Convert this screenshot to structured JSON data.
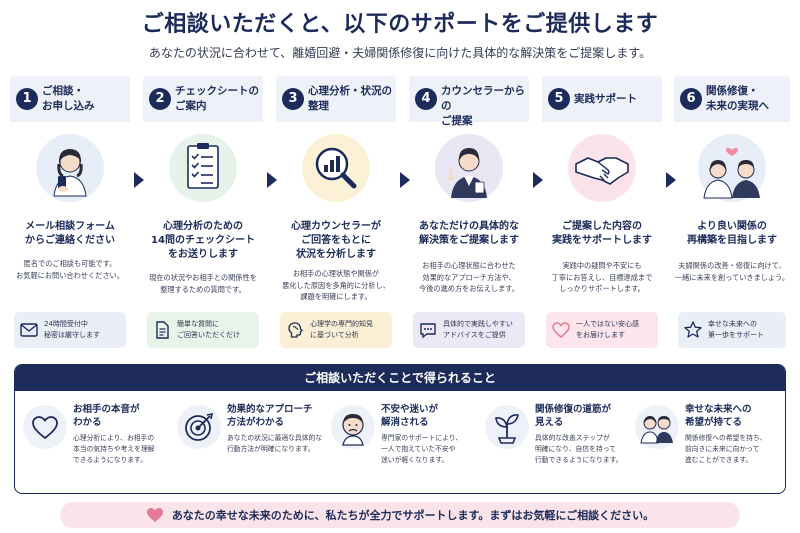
{
  "header": {
    "title": "ご相談いただくと、以下のサポートをご提供します",
    "subtitle": "あなたの状況に合わせて、離婚回避・夫婦関係修復に向けた具体的な解決策をご提案します。"
  },
  "steps": [
    {
      "number": "1",
      "title": "ご相談・\nお申し込み",
      "main": "メール相談フォーム\nからご連絡ください",
      "desc": "匿名でのご相談も可能です。\nお気軽にお問い合わせください。",
      "note": "24時間受付中\n秘密は厳守します",
      "icon": "woman-phone-icon",
      "note_icon": "mail-icon"
    },
    {
      "number": "2",
      "title": "チェックシートの\nご案内",
      "main": "心理分析のための\n14問のチェックシート\nをお送りします",
      "desc": "現在の状況やお相手との関係性を\n整理するための質問です。",
      "note": "簡単な質問に\nご回答いただくだけ",
      "icon": "checklist-icon",
      "note_icon": "document-icon"
    },
    {
      "number": "3",
      "title": "心理分析・状況の\n整理",
      "main": "心理カウンセラーが\nご回答をもとに\n状況を分析します",
      "desc": "お相手の心理状態や関係が\n悪化した原因を多角的に分析し、\n課題を明確にします。",
      "note": "心理学の専門的知見\nに基づいて分析",
      "icon": "magnifier-chart-icon",
      "note_icon": "brain-icon"
    },
    {
      "number": "4",
      "title": "カウンセラーからの\nご提案",
      "main": "あなただけの具体的な\n解決策をご提案します",
      "desc": "お相手の心理状態に合わせた\n効果的なアプローチ方法や、\n今後の進め方をお伝えします。",
      "note": "具体的で実践しやすい\nアドバイスをご提供",
      "icon": "counselor-icon",
      "note_icon": "speech-bubble-icon"
    },
    {
      "number": "5",
      "title": "実践サポート",
      "main": "ご提案した内容の\n実践をサポートします",
      "desc": "実践中の疑問や不安にも\n丁寧にお答えし、目標達成まで\nしっかりサポートします。",
      "note": "一人ではない安心感\nをお届けします",
      "icon": "handshake-icon",
      "note_icon": "heart-icon"
    },
    {
      "number": "6",
      "title": "関係修復・\n未来の実現へ",
      "main": "より良い関係の\n再構築を目指します",
      "desc": "夫婦関係の改善・修復に向けて、\n一緒に未来を創っていきましょう。",
      "note": "幸せな未来への\n第一歩をサポート",
      "icon": "couple-icon",
      "note_icon": "star-icon"
    }
  ],
  "benefits": {
    "heading": "ご相談いただくことで得られること",
    "items": [
      {
        "title": "お相手の本音が\nわかる",
        "desc": "心理分析により、お相手の\n本当の気持ちや考えを理解\nできるようになります。",
        "icon": "heart-outline-icon"
      },
      {
        "title": "効果的なアプローチ\n方法がわかる",
        "desc": "あなたの状況に最適な具体的な\n行動方法が明確になります。",
        "icon": "target-icon"
      },
      {
        "title": "不安や迷いが\n解消される",
        "desc": "専門家のサポートにより、\n一人で抱えていた不安や\n迷いが軽くなります。",
        "icon": "worried-person-icon"
      },
      {
        "title": "関係修復の道筋が\n見える",
        "desc": "具体的な改善ステップが\n明確になり、自信を持って\n行動できるようになります。",
        "icon": "sprout-icon"
      },
      {
        "title": "幸せな未来への\n希望が持てる",
        "desc": "関係修復への希望を持ち、\n前向きに未来に向かって\n進むことができます。",
        "icon": "happy-couple-icon"
      }
    ]
  },
  "footer": {
    "text": "あなたの幸せな未来のために、私たちが全力でサポートします。まずはお気軽にご相談ください。",
    "icon": "heart-icon"
  },
  "colors": {
    "navy": "#1c2b5a",
    "step_head_bg": "#eef2f8",
    "pink": "#f4a8bc",
    "footer_bg": "#fbe3ea"
  }
}
